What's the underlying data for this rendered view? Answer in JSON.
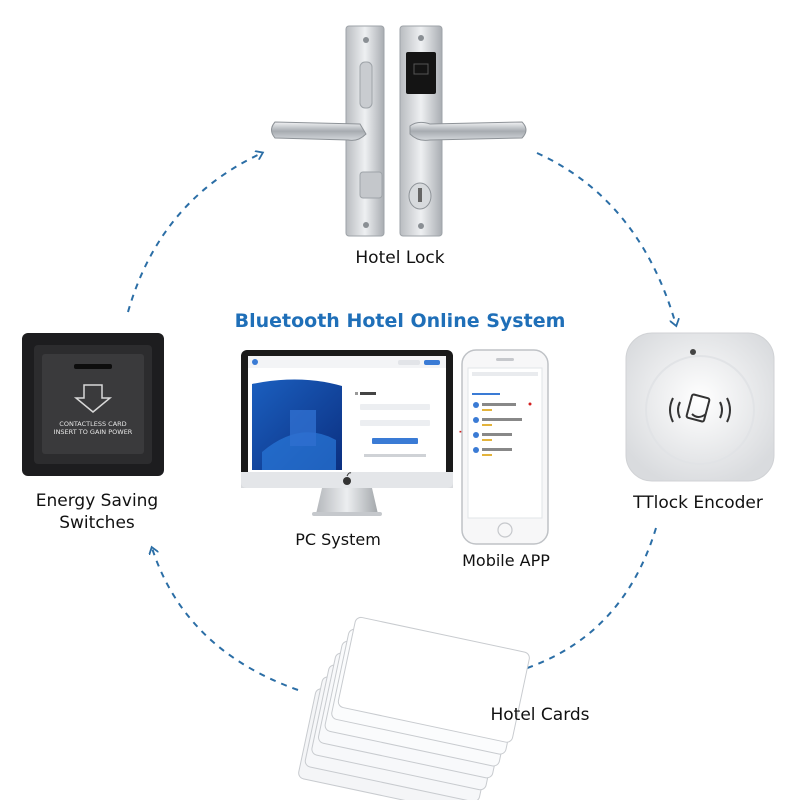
{
  "title": "Bluetooth Hotel Online System",
  "nodes": {
    "hotel_lock": "Hotel Lock",
    "encoder": "TTlock Encoder",
    "cards": "Hotel Cards",
    "switch_line1": "Energy Saving",
    "switch_line2": "Switches",
    "pc": "PC System",
    "mobile": "Mobile APP"
  },
  "switch_device": {
    "line1": "CONTACTLESS CARD",
    "line2": "INSERT TO GAIN POWER"
  },
  "colors": {
    "title": "#1f6fb8",
    "arrow": "#2b6ea6",
    "plus": "#d32020"
  },
  "icons": [
    "apple-logo-icon",
    "contactless-card-icon",
    "down-arrow-icon"
  ]
}
